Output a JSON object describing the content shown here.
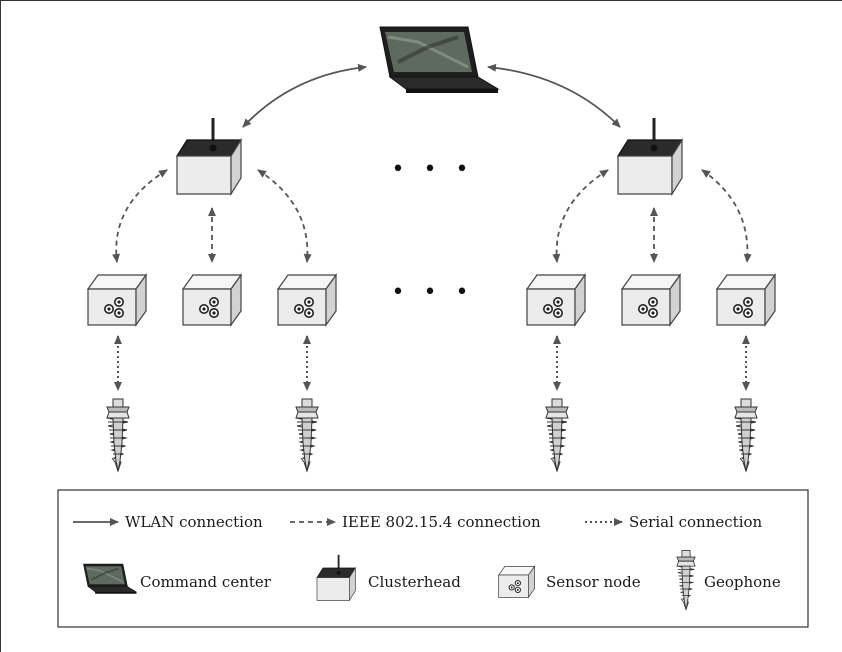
{
  "diagram": {
    "ellipsis": "• • •"
  },
  "legend": {
    "wlan_label": "WLAN connection",
    "ieee_label": "IEEE 802.15.4 connection",
    "serial_label": "Serial connection",
    "command_center_label": "Command center",
    "clusterhead_label": "Clusterhead",
    "sensor_node_label": "Sensor node",
    "geophone_label": "Geophone"
  },
  "colors": {
    "line": "#555555",
    "box_face_light": "#eeeeee",
    "box_face_dark": "#d6d6d6",
    "box_top_light": "#f8f8f8",
    "clusterhead_top": "#2a2a2a",
    "laptop_body": "#1e1e1e",
    "screen": "#5a6a5a"
  }
}
